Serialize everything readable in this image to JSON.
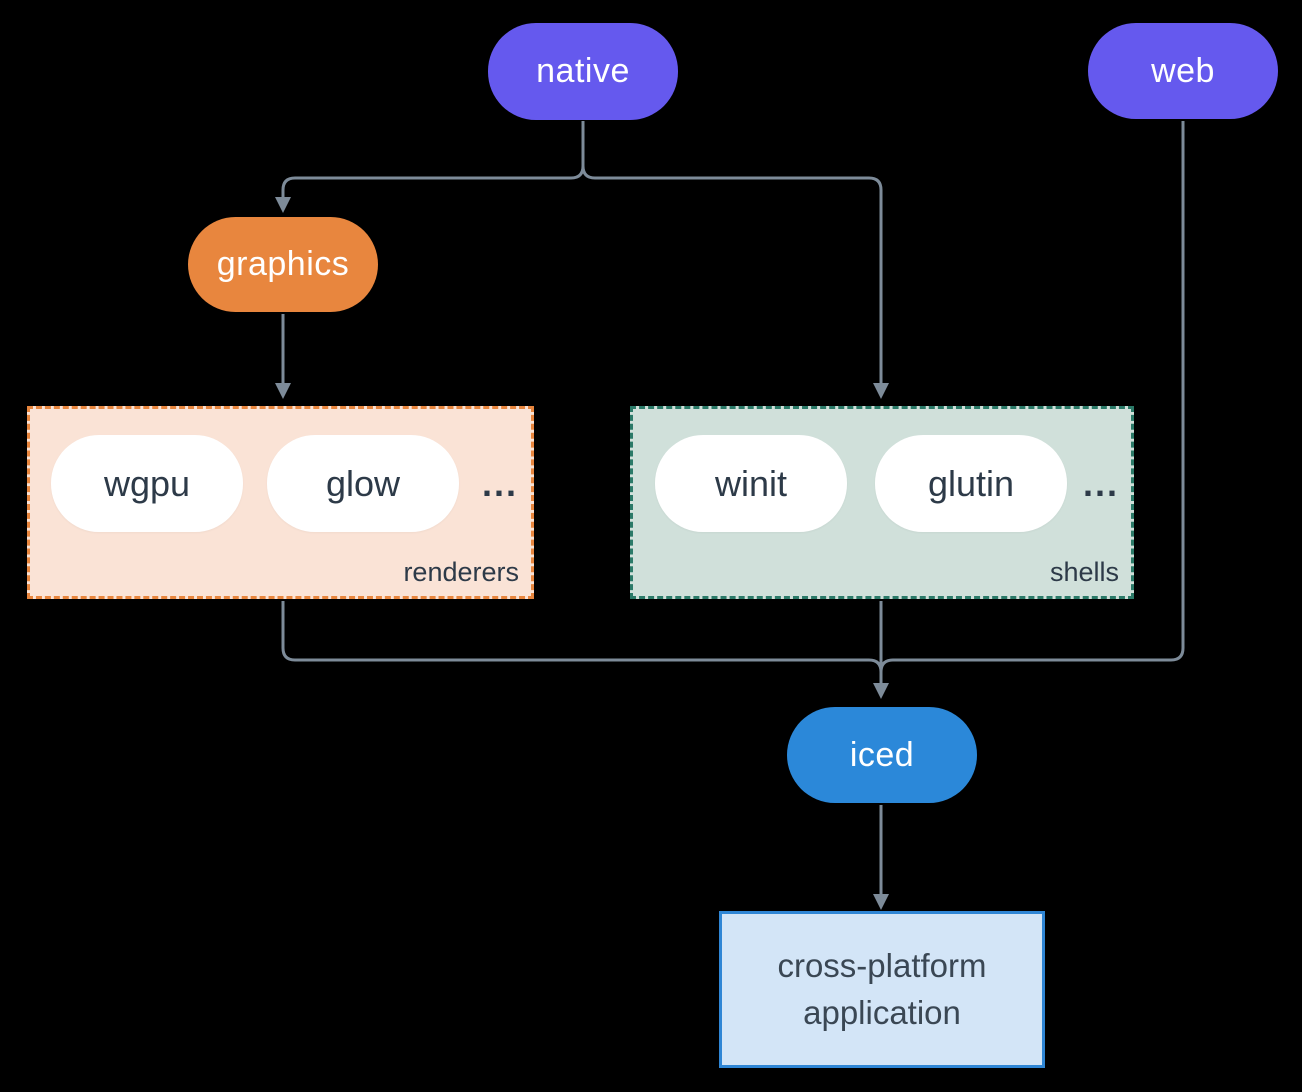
{
  "colors": {
    "background": "#000000",
    "connector": "#7D8B99",
    "native_purple": "#6559EE",
    "web_purple": "#6559EE",
    "graphics_orange": "#E8863E",
    "iced_blue": "#2B88D9",
    "node_text": "#FFFFFF",
    "renderers_bg": "#FAE3D6",
    "renderers_border": "#E8863E",
    "shells_bg": "#D0E0DA",
    "shells_border": "#2B7A68",
    "chip_bg": "#FFFFFF",
    "chip_text": "#2D3A48",
    "app_bg": "#D3E5F7",
    "app_border": "#2F86D5",
    "app_text": "#3A4754"
  },
  "nodes": {
    "native": {
      "label": "native"
    },
    "web": {
      "label": "web"
    },
    "graphics": {
      "label": "graphics"
    },
    "iced": {
      "label": "iced"
    },
    "app": {
      "line1": "cross-platform",
      "line2": "application"
    }
  },
  "groups": {
    "renderers": {
      "label": "renderers",
      "items": [
        "wgpu",
        "glow"
      ],
      "ellipsis": "..."
    },
    "shells": {
      "label": "shells",
      "items": [
        "winit",
        "glutin"
      ],
      "ellipsis": "..."
    }
  }
}
